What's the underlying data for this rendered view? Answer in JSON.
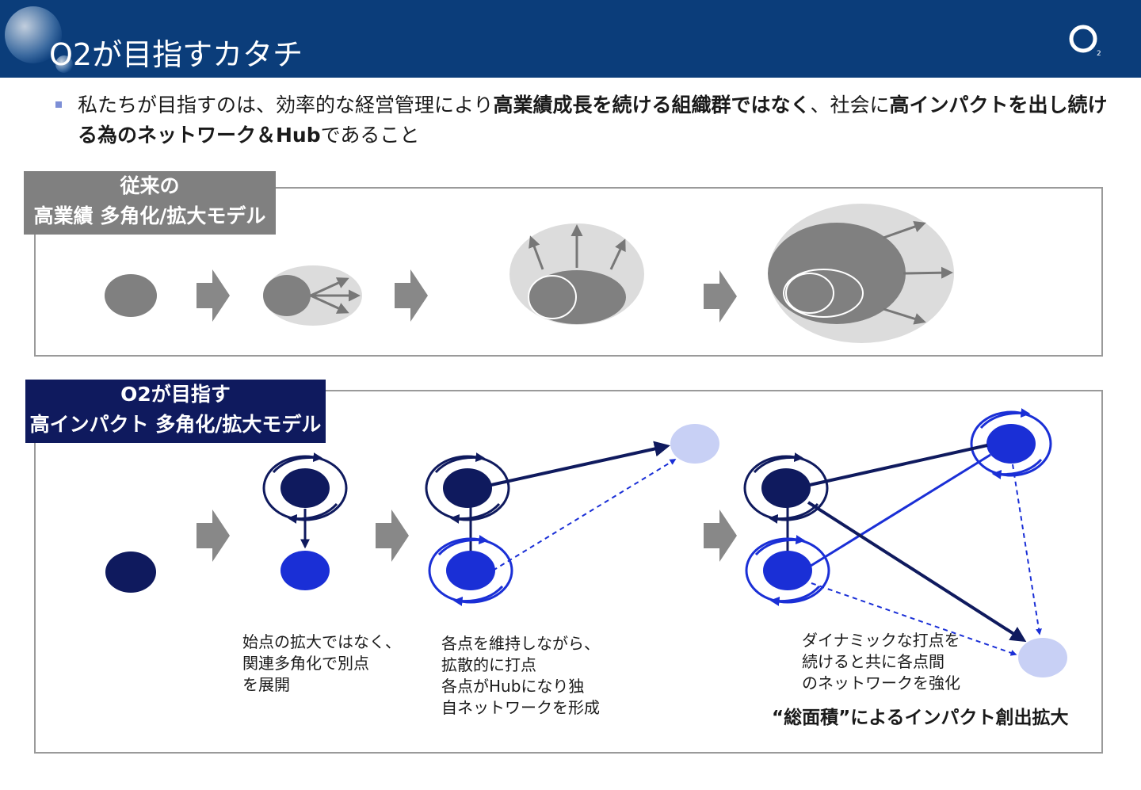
{
  "header": {
    "title": "O2が目指すカタチ"
  },
  "intro": {
    "parts": [
      {
        "text": "私たちが目指すのは、効率的な経営管理により",
        "bold": false
      },
      {
        "text": "高業績成長を続ける組織群ではなく",
        "bold": true
      },
      {
        "text": "、社会に",
        "bold": false
      },
      {
        "text": "高インパクトを出し続ける為のネットワーク＆Hub",
        "bold": true
      },
      {
        "text": "であること",
        "bold": false
      }
    ]
  },
  "traditional": {
    "label_line1": "従来の",
    "label_line2": "高業績 多角化/拡大モデル",
    "label_color": "#808080"
  },
  "o2model": {
    "label_line1": "O2が目指す",
    "label_line2": "高インパクト 多角化/拡大モデル",
    "label_color": "#0f1a5e",
    "captions": {
      "step1": [
        "始点の拡大ではなく、",
        "関連多角化で別点",
        "を展開"
      ],
      "step2": [
        "各点を維持しながら、",
        "拡散的に打点",
        "各点がHubになり独",
        "自ネットワークを形成"
      ],
      "step3": [
        "ダイナミックな打点を",
        "続けると共に各点間",
        "のネットワークを強化"
      ]
    },
    "impact": "“総面積”によるインパクト創出拡大"
  },
  "colors": {
    "header": "#0b3d7a",
    "gray_dark": "#808080",
    "gray_light": "#dcdcdc",
    "navy": "#0f1a5e",
    "blue": "#1a2fd6",
    "pale": "#c8d0f5"
  }
}
